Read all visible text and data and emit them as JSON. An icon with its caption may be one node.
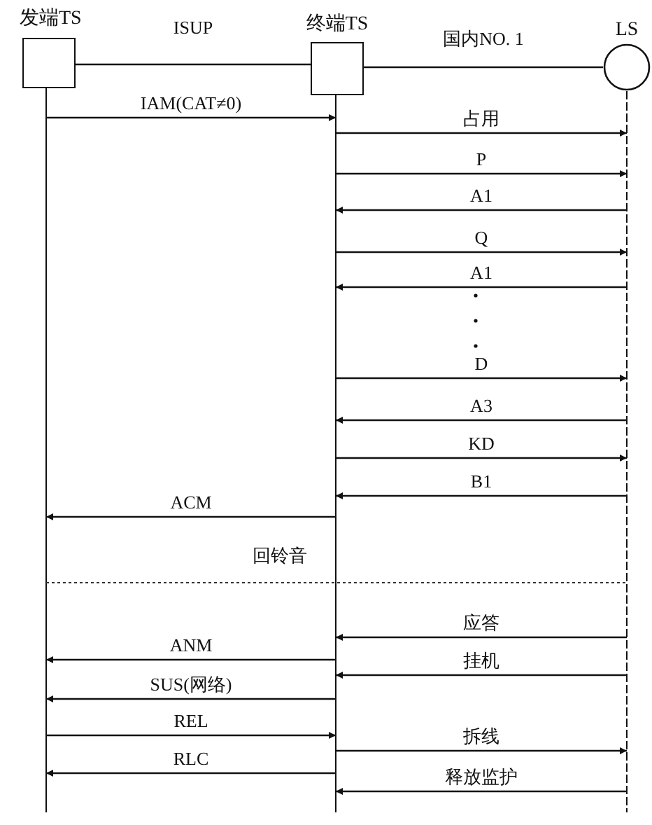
{
  "diagram": {
    "nodes": [
      {
        "text": [
          "发端TS"
        ]
      },
      {
        "text": [
          "终端TS"
        ]
      },
      {
        "text": [
          "LS"
        ]
      }
    ],
    "edges": [
      {
        "from": 0,
        "to": 1,
        "arrow": "none",
        "label": "ISUP"
      },
      {
        "from": 1,
        "to": 2,
        "arrow": "none",
        "label": "国内NO. 1"
      },
      {
        "from": 0,
        "to": 1,
        "arrow": "to",
        "label": "IAM(CAT≠0)"
      },
      {
        "from": 1,
        "to": 2,
        "arrow": "to",
        "label": "占用"
      },
      {
        "from": 1,
        "to": 2,
        "arrow": "to",
        "label": "P"
      },
      {
        "from": 2,
        "to": 1,
        "arrow": "to",
        "label": "A1"
      },
      {
        "from": 1,
        "to": 2,
        "arrow": "to",
        "label": "Q"
      },
      {
        "from": 2,
        "to": 1,
        "arrow": "to",
        "label": "A1"
      },
      {
        "from": 1,
        "to": 2,
        "arrow": "to",
        "label": "D"
      },
      {
        "from": 2,
        "to": 1,
        "arrow": "to",
        "label": "A3"
      },
      {
        "from": 1,
        "to": 2,
        "arrow": "to",
        "label": "KD"
      },
      {
        "from": 2,
        "to": 1,
        "arrow": "to",
        "label": "B1"
      },
      {
        "from": 1,
        "to": 0,
        "arrow": "to",
        "label": "ACM"
      },
      {
        "from": 2,
        "to": 1,
        "arrow": "to",
        "label": "应答"
      },
      {
        "from": 1,
        "to": 0,
        "arrow": "to",
        "label": "ANM"
      },
      {
        "from": 2,
        "to": 1,
        "arrow": "to",
        "label": "挂机"
      },
      {
        "from": 1,
        "to": 0,
        "arrow": "to",
        "label": "SUS(网络)"
      },
      {
        "from": 0,
        "to": 1,
        "arrow": "to",
        "label": "REL"
      },
      {
        "from": 1,
        "to": 2,
        "arrow": "to",
        "label": "拆线"
      },
      {
        "from": 1,
        "to": 0,
        "arrow": "to",
        "label": "RLC"
      },
      {
        "from": 2,
        "to": 1,
        "arrow": "to",
        "label": "释放监护"
      }
    ],
    "labels": [
      "回铃音"
    ]
  }
}
